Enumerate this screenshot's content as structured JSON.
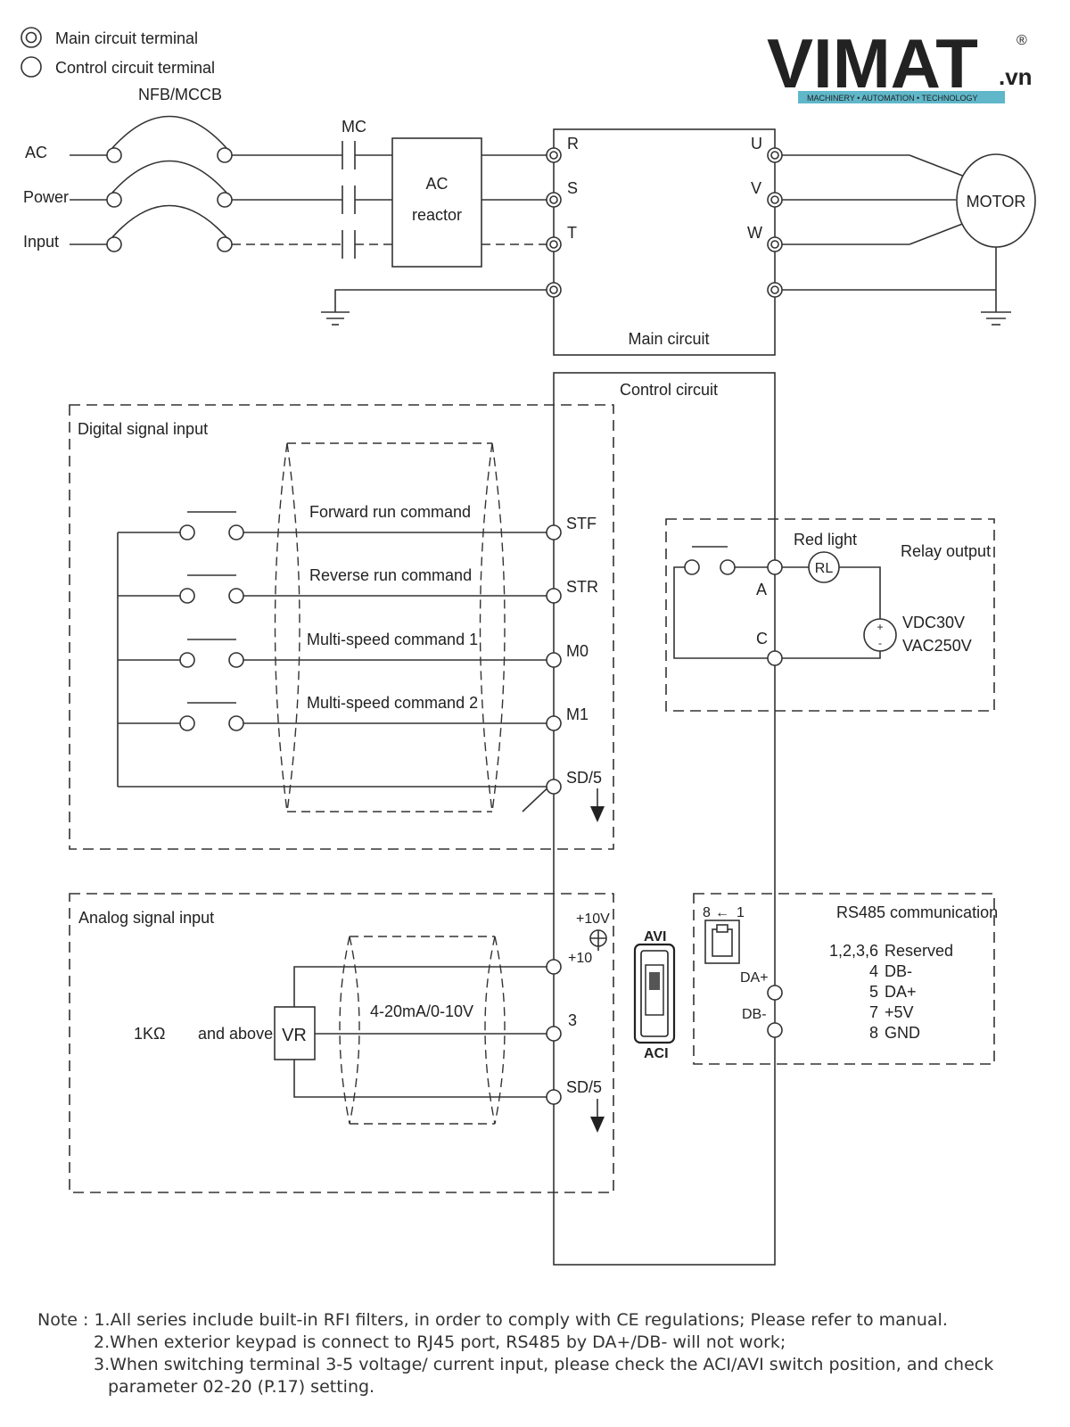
{
  "legend": {
    "main_terminal": "Main circuit terminal",
    "control_terminal": "Control circuit terminal"
  },
  "logo": {
    "brand": "VIMAT",
    "tld": ".vn",
    "registered": "®",
    "tagline": "MACHINERY • AUTOMATION • TECHNOLOGY",
    "colors": {
      "primary": "#7f8ea3",
      "accent": "#5fb7c9"
    }
  },
  "power": {
    "breaker": "NFB/MCCB",
    "input_lines": [
      "AC",
      "Power",
      "Input"
    ],
    "contactor": "MC",
    "reactor_line1": "AC",
    "reactor_line2": "reactor"
  },
  "main_circuit": {
    "title": "Main circuit",
    "inputs": [
      "R",
      "S",
      "T"
    ],
    "outputs": [
      "U",
      "V",
      "W"
    ],
    "motor": "MOTOR"
  },
  "control_circuit": {
    "title": "Control circuit"
  },
  "digital_input": {
    "title": "Digital signal input",
    "commands": [
      "Forward run command",
      "Reverse run command",
      "Multi-speed command 1",
      "Multi-speed command 2"
    ],
    "terminals": [
      "STF",
      "STR",
      "M0",
      "M1",
      "SD/5"
    ]
  },
  "relay_output": {
    "title": "Relay output",
    "lamp_label": "Red light",
    "lamp": "RL",
    "terminal_a": "A",
    "terminal_c": "C",
    "rating_dc": "VDC30V",
    "rating_ac": "VAC250V"
  },
  "analog_input": {
    "title": "Analog signal input",
    "resistance": "1KΩ",
    "and_above": "and above",
    "vr": "VR",
    "signal": "4-20mA/0-10V",
    "supply_label": "+10V",
    "terminals": [
      "+10",
      "3",
      "SD/5"
    ]
  },
  "switch": {
    "top": "AVI",
    "bottom": "ACI"
  },
  "rs485": {
    "title": "RS485 communication",
    "pins": "8",
    "pin_arrow": "←",
    "pin_one": "1",
    "terminal_da": "DA+",
    "terminal_db": "DB-",
    "assignments": [
      {
        "pin": "1,2,3,6",
        "desc": "Reserved"
      },
      {
        "pin": "4",
        "desc": "DB-"
      },
      {
        "pin": "5",
        "desc": "DA+"
      },
      {
        "pin": "7",
        "desc": "+5V"
      },
      {
        "pin": "8",
        "desc": "GND"
      }
    ]
  },
  "notes": {
    "prefix": "Note :",
    "items": [
      "1.All series include built-in RFI filters, in order to comply with CE regulations; Please refer to manual.",
      "2.When exterior keypad is connect to RJ45 port, RS485 by DA+/DB- will not work;",
      "3.When switching terminal 3-5 voltage/ current input, please check the ACI/AVI switch position, and check",
      "parameter 02-20 (P.17) setting."
    ]
  }
}
